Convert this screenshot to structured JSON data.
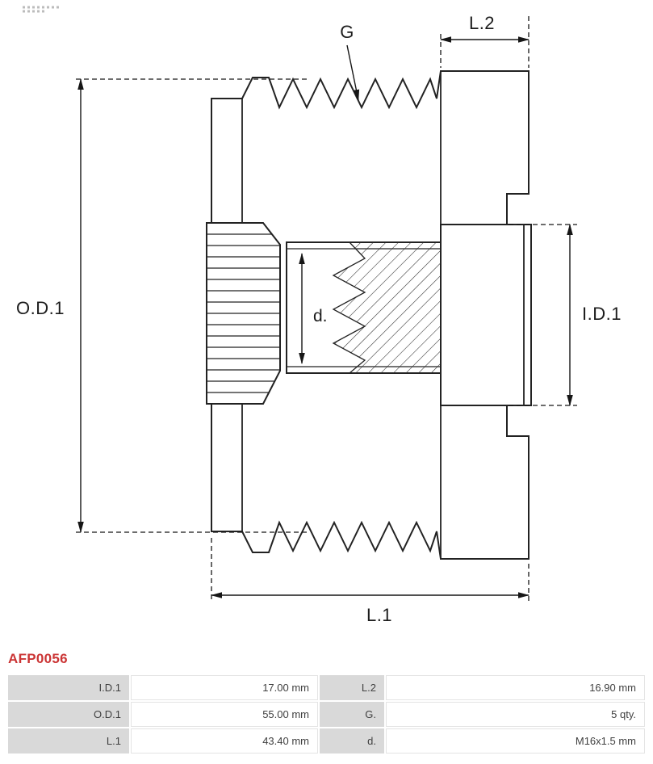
{
  "part_number": "AFP0056",
  "drawing": {
    "labels": {
      "od1": "O.D.1",
      "id1": "I.D.1",
      "l1": "L.1",
      "l2": "L.2",
      "g": "G",
      "d": "d."
    }
  },
  "table": {
    "rows": [
      {
        "label1": "I.D.1",
        "value1": "17.00 mm",
        "label2": "L.2",
        "value2": "16.90 mm"
      },
      {
        "label1": "O.D.1",
        "value1": "55.00 mm",
        "label2": "G.",
        "value2": "5 qty."
      },
      {
        "label1": "L.1",
        "value1": "43.40 mm",
        "label2": "d.",
        "value2": "M16x1.5 mm"
      }
    ]
  },
  "colors": {
    "part_number_red": "#cb3434",
    "table_label_bg": "#d9d9d9",
    "drawing_line": "#1c1c1c"
  }
}
